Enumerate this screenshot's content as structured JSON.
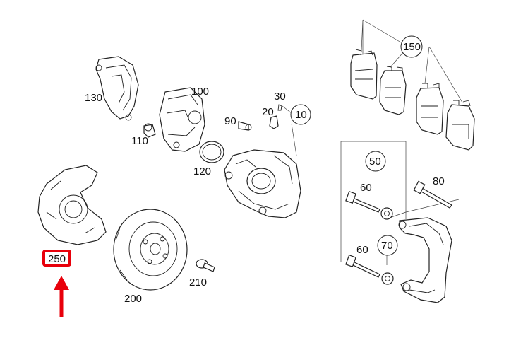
{
  "diagram": {
    "labels": [
      {
        "key": "l10",
        "text": "10"
      },
      {
        "key": "l20",
        "text": "20"
      },
      {
        "key": "l30",
        "text": "30"
      },
      {
        "key": "l50",
        "text": "50"
      },
      {
        "key": "l60a",
        "text": "60"
      },
      {
        "key": "l60b",
        "text": "60"
      },
      {
        "key": "l70",
        "text": "70"
      },
      {
        "key": "l80",
        "text": "80"
      },
      {
        "key": "l90",
        "text": "90"
      },
      {
        "key": "l100",
        "text": "100"
      },
      {
        "key": "l110",
        "text": "110"
      },
      {
        "key": "l120",
        "text": "120"
      },
      {
        "key": "l130",
        "text": "130"
      },
      {
        "key": "l150",
        "text": "150"
      },
      {
        "key": "l200",
        "text": "200"
      },
      {
        "key": "l210",
        "text": "210"
      },
      {
        "key": "l250",
        "text": "250"
      }
    ],
    "highlight": {
      "label": "250",
      "box_color": "#e8000b",
      "arrow_color": "#e8000b"
    }
  }
}
